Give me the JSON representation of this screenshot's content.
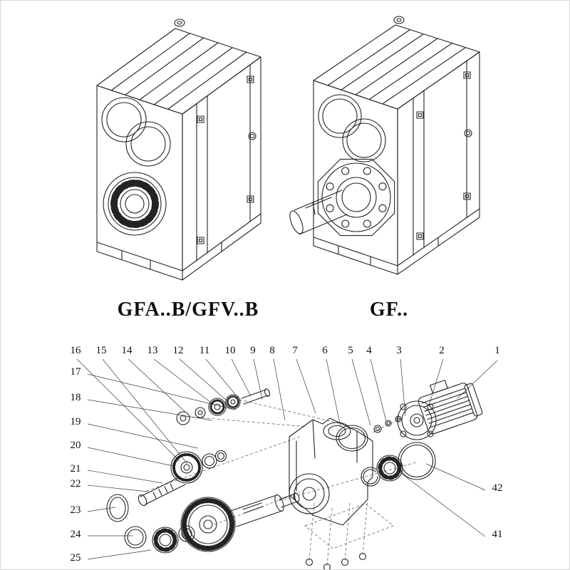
{
  "figure_labels": {
    "left": "GFA..B/GFV..B",
    "right": "GF.."
  },
  "exploded": {
    "top_callouts": [
      "16",
      "15",
      "14",
      "13",
      "12",
      "11",
      "10",
      "9",
      "8",
      "7",
      "6",
      "5",
      "4",
      "3",
      "2",
      "1"
    ],
    "left_callouts": [
      "17",
      "18",
      "19",
      "20",
      "21",
      "22",
      "23",
      "24",
      "25"
    ],
    "right_callouts": [
      "42",
      "41"
    ]
  },
  "colors": {
    "ink": "#232323",
    "paper": "#ffffff",
    "faint_line": "#555555"
  }
}
